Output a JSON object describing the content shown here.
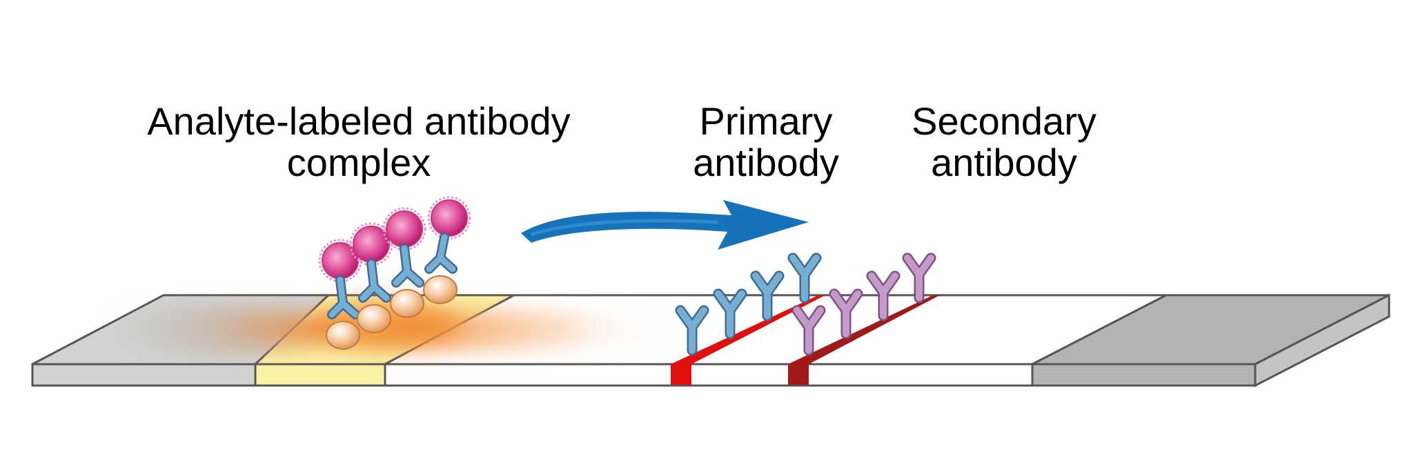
{
  "labels": {
    "analyte_line1": "Analyte-labeled antibody",
    "analyte_line2": "complex",
    "primary_line1": "Primary",
    "primary_line2": "antibody",
    "secondary_line1": "Secondary",
    "secondary_line2": "antibody"
  },
  "colors": {
    "sample_pad": "#d0d3d2",
    "conjugate_pad": "#fbf2a8",
    "membrane": "#ffffff",
    "absorbent_pad": "#b3b3b3",
    "outline": "#555555",
    "primary_line": "#e01010",
    "secondary_line": "#a01a1a",
    "antibody_blue": "#6b9ec4",
    "antibody_purple": "#b487b8",
    "label_particle": "#e0509a",
    "analyte": "#f6c9a0",
    "flow_arrow": "#1673b9"
  },
  "icons": {
    "flow_arrow": "flow-direction-arrow-icon",
    "primary_antibody": "y-antibody-icon",
    "secondary_antibody": "y-antibody-icon",
    "complex": "antibody-complex-icon"
  }
}
